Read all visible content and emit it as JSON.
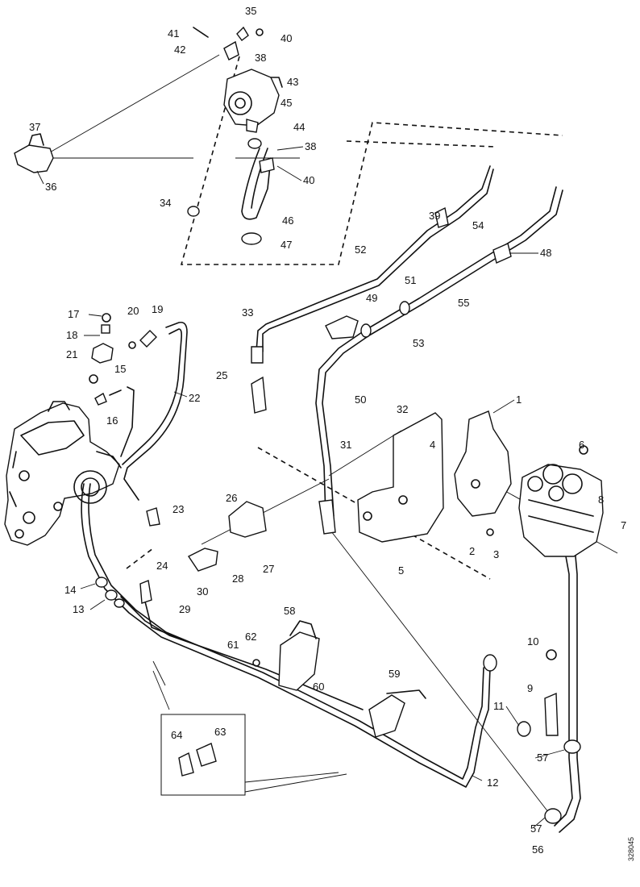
{
  "reference_code": "328045",
  "callouts": [
    "1",
    "2",
    "3",
    "4",
    "5",
    "6",
    "7",
    "8",
    "9",
    "10",
    "11",
    "12",
    "13",
    "14",
    "15",
    "16",
    "17",
    "18",
    "19",
    "20",
    "21",
    "22",
    "23",
    "24",
    "25",
    "26",
    "27",
    "28",
    "29",
    "30",
    "31",
    "32",
    "33",
    "34",
    "35",
    "36",
    "37",
    "38",
    "38",
    "39",
    "40",
    "40",
    "41",
    "42",
    "43",
    "44",
    "45",
    "46",
    "47",
    "48",
    "49",
    "50",
    "51",
    "52",
    "53",
    "54",
    "55",
    "56",
    "57",
    "57",
    "58",
    "59",
    "60",
    "61",
    "62",
    "63",
    "64"
  ]
}
